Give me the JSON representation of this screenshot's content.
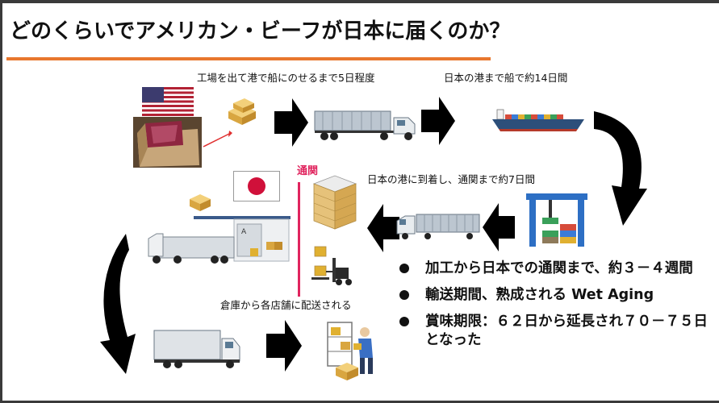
{
  "title": "どのくらいでアメリカン・ビーフが日本に届くのか？",
  "captions": {
    "factory_to_ship": "工場を出て港で船にのせるまで5日程度",
    "ship_to_japan": "日本の港まで船で約14日間",
    "arrival_customs": "日本の港に到着し、通関まで約7日間",
    "warehouse_to_stores": "倉庫から各店舗に配送される",
    "customs": "通関"
  },
  "bullets": [
    "加工から日本での通関まで、約３－４週間",
    "輸送期間、熟成される Wet Aging",
    "賞味期限：６２日から延長され７０－７５日となった"
  ],
  "colors": {
    "accent_rule": "#e8772e",
    "customs": "#e0245e"
  }
}
